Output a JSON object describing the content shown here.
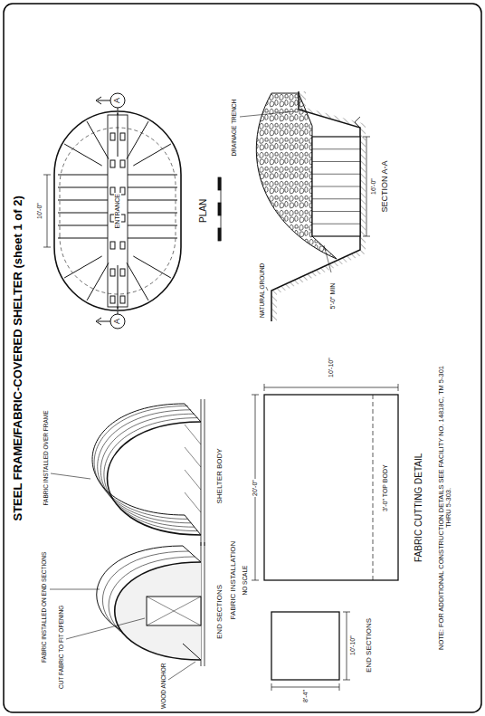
{
  "diagram": {
    "title": "STEEL FRAME/FABRIC-COVERED SHELTER (sheet 1 of 2)",
    "labels": [
      "A",
      "A",
      "ENTRANCE",
      "10'-0\"",
      "PLAN",
      "SECTION A-A",
      "16'-0\"",
      "5'-0\" MIN",
      "NATURAL GROUND",
      "DRAINAGE TRENCH",
      "SHELTER BODY",
      "FABRIC INSTALLATION",
      "NO SCALE",
      "END SECTIONS",
      "FABRIC INSTALLED OVER FRAME",
      "FABRIC INSTALLED ON END SECTIONS",
      "CUT FABRIC TO FIT OPENING",
      "WOOD ANCHOR",
      "20'-0\"",
      "10'-10\"",
      "3'-0\" TOP BODY",
      "8'-4\"",
      "10'-10\"",
      "END SECTIONS",
      "FABRIC CUTTING DETAIL",
      "NOTE: FOR ADDITIONAL CONSTRUCTION DETAILS SEE FACILITY NO. 14818C, TM 5-301 THRU 5-303."
    ]
  }
}
